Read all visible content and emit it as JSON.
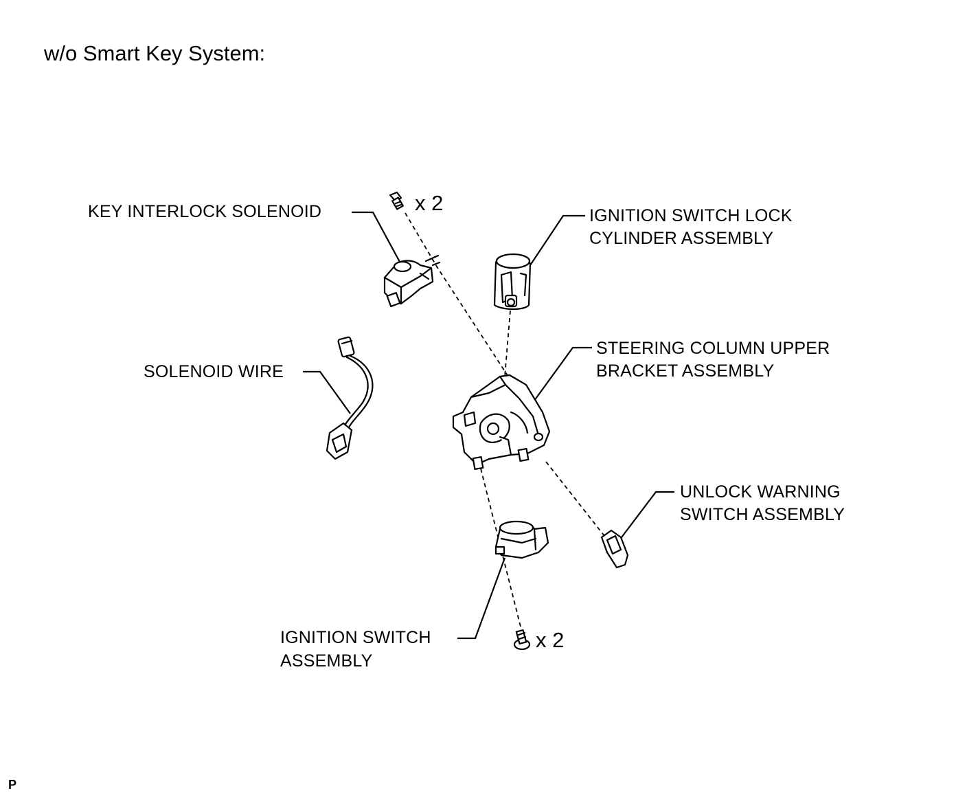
{
  "title": "w/o Smart Key System:",
  "labels": {
    "key_interlock_solenoid": "KEY INTERLOCK SOLENOID",
    "lock_cylinder_line1": "IGNITION SWITCH LOCK",
    "lock_cylinder_line2": "CYLINDER ASSEMBLY",
    "solenoid_wire": "SOLENOID WIRE",
    "upper_bracket_line1": "STEERING COLUMN UPPER",
    "upper_bracket_line2": "BRACKET ASSEMBLY",
    "unlock_warning_line1": "UNLOCK WARNING",
    "unlock_warning_line2": "SWITCH ASSEMBLY",
    "ignition_switch_line1": "IGNITION  SWITCH",
    "ignition_switch_line2": "ASSEMBLY"
  },
  "quantities": {
    "top_screw": "x 2",
    "bottom_screw": "x 2"
  },
  "footer_mark": "P"
}
